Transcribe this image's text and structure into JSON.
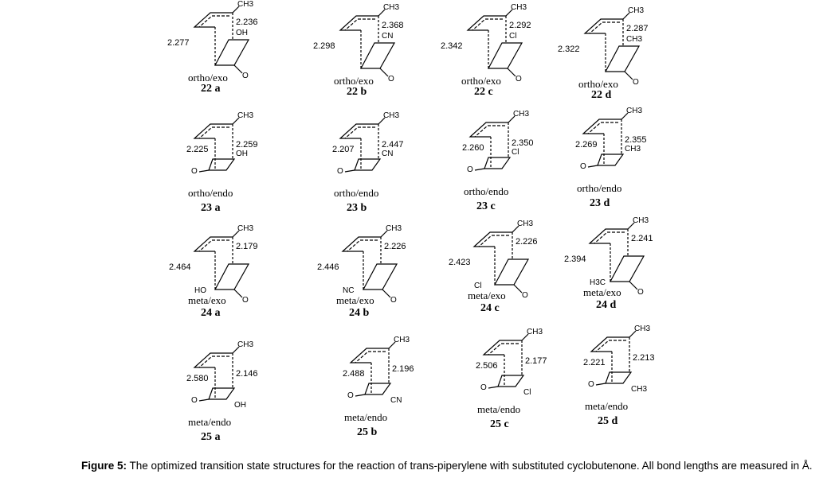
{
  "figure": {
    "caption_label": "Figure 5:",
    "caption_text": " The optimized transition state structures for the reaction of trans-piperylene with substituted cyclobutenone. All bond lengths are measured in Å.",
    "methyl_label": "CH3",
    "carbonyl_label": "O",
    "structures": [
      {
        "id": "22 a",
        "conformation": "ortho/exo",
        "substituent": "OH",
        "bond_upper": "2.236",
        "bond_lower": "2.277"
      },
      {
        "id": "22 b",
        "conformation": "ortho/exo",
        "substituent": "CN",
        "bond_upper": "2.368",
        "bond_lower": "2.298"
      },
      {
        "id": "22 c",
        "conformation": "ortho/exo",
        "substituent": "Cl",
        "bond_upper": "2.292",
        "bond_lower": "2.342"
      },
      {
        "id": "22 d",
        "conformation": "ortho/exo",
        "substituent": "CH3",
        "bond_upper": "2.287",
        "bond_lower": "2.322"
      },
      {
        "id": "23 a",
        "conformation": "ortho/endo",
        "substituent": "OH",
        "bond_upper": "2.259",
        "bond_lower": "2.225"
      },
      {
        "id": "23 b",
        "conformation": "ortho/endo",
        "substituent": "CN",
        "bond_upper": "2.447",
        "bond_lower": "2.207"
      },
      {
        "id": "23 c",
        "conformation": "ortho/endo",
        "substituent": "Cl",
        "bond_upper": "2.350",
        "bond_lower": "2.260"
      },
      {
        "id": "23 d",
        "conformation": "ortho/endo",
        "substituent": "CH3",
        "bond_upper": "2.355",
        "bond_lower": "2.269"
      },
      {
        "id": "24 a",
        "conformation": "meta/exo",
        "substituent": "HO",
        "bond_upper": "2.179",
        "bond_lower": "2.464"
      },
      {
        "id": "24 b",
        "conformation": "meta/exo",
        "substituent": "NC",
        "bond_upper": "2.226",
        "bond_lower": "2.446"
      },
      {
        "id": "24 c",
        "conformation": "meta/exo",
        "substituent": "Cl",
        "bond_upper": "2.226",
        "bond_lower": "2.423"
      },
      {
        "id": "24 d",
        "conformation": "meta/exo",
        "substituent": "H3C",
        "bond_upper": "2.241",
        "bond_lower": "2.394"
      },
      {
        "id": "25 a",
        "conformation": "meta/endo",
        "substituent": "OH",
        "bond_upper": "2.146",
        "bond_lower": "2.580"
      },
      {
        "id": "25 b",
        "conformation": "meta/endo",
        "substituent": "CN",
        "bond_upper": "2.196",
        "bond_lower": "2.488"
      },
      {
        "id": "25 c",
        "conformation": "meta/endo",
        "substituent": "Cl",
        "bond_upper": "2.177",
        "bond_lower": "2.506"
      },
      {
        "id": "25 d",
        "conformation": "meta/endo",
        "substituent": "CH3",
        "bond_upper": "2.213",
        "bond_lower": "2.221"
      }
    ]
  }
}
